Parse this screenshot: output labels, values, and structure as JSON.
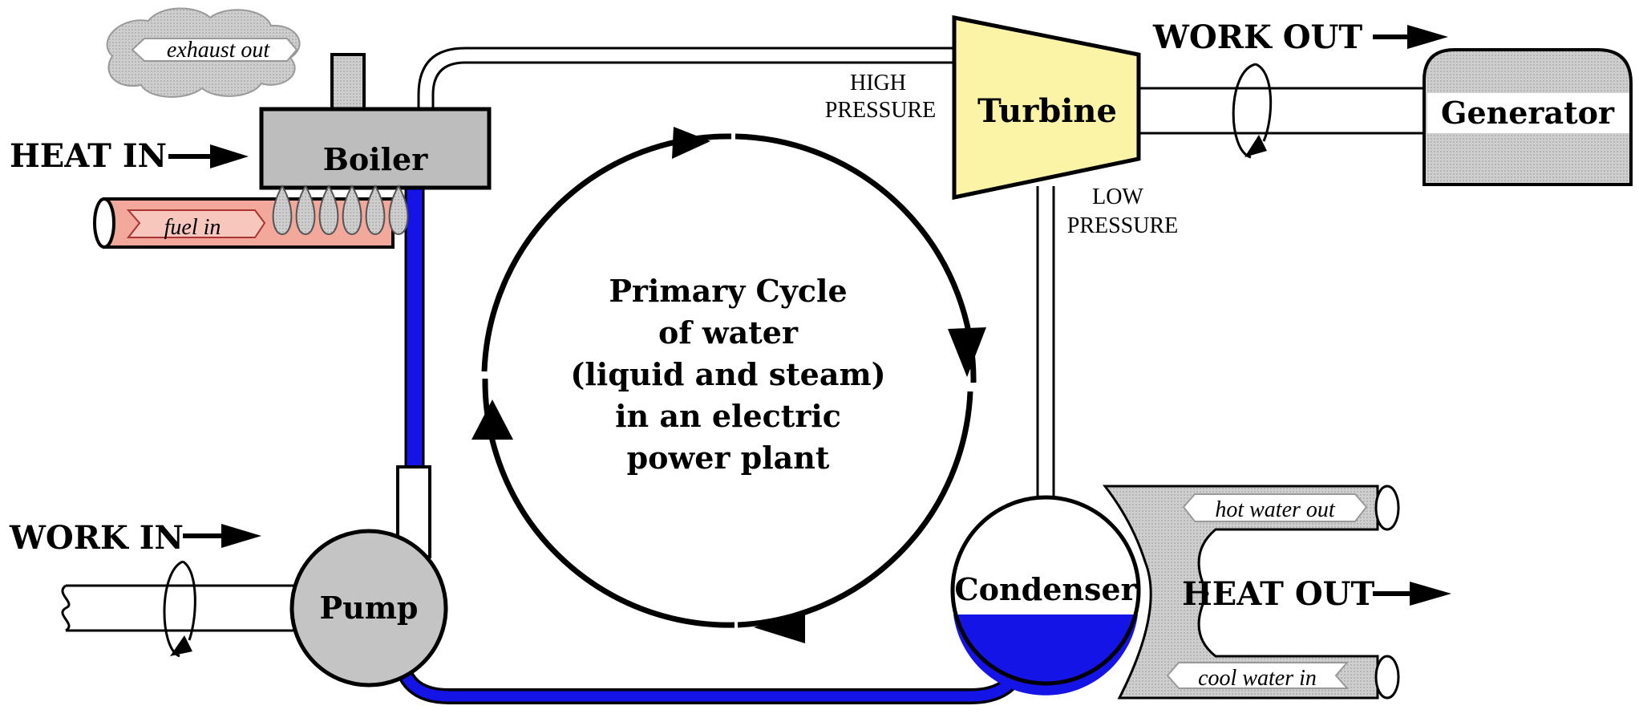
{
  "components": {
    "boiler": "Boiler",
    "turbine": "Turbine",
    "generator": "Generator",
    "pump": "Pump",
    "condenser": "Condenser"
  },
  "flows": {
    "heat_in": "HEAT IN",
    "work_out": "WORK OUT",
    "work_in": "WORK IN",
    "heat_out": "HEAT OUT",
    "exhaust_out": "exhaust out",
    "fuel_in": "fuel in",
    "hot_water_out": "hot water out",
    "cool_water_in": "cool water in"
  },
  "pressure_labels": {
    "high": [
      "HIGH",
      "PRESSURE"
    ],
    "low": [
      "LOW",
      "PRESSURE"
    ]
  },
  "center_text": [
    "Primary Cycle",
    "of water",
    "(liquid and steam)",
    "in an electric",
    "power plant"
  ],
  "colors": {
    "water": "#1414e6",
    "boiler": "#bdbdbd",
    "turbine": "#fbf4a6",
    "fuel_pipe": "#f2a89a",
    "gray_equipment": "#c4c4c4",
    "cloud": "#dadada"
  }
}
